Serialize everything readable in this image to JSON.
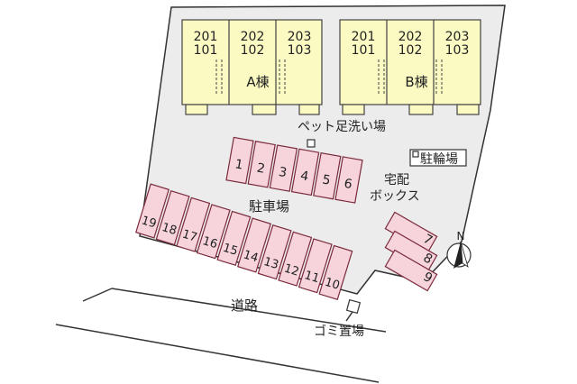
{
  "buildingA": {
    "label": "A棟",
    "units": [
      {
        "top": "201",
        "bottom": "101"
      },
      {
        "top": "202",
        "bottom": "102"
      },
      {
        "top": "203",
        "bottom": "103"
      }
    ]
  },
  "buildingB": {
    "label": "B棟",
    "units": [
      {
        "top": "201",
        "bottom": "101"
      },
      {
        "top": "202",
        "bottom": "102"
      },
      {
        "top": "203",
        "bottom": "103"
      }
    ]
  },
  "labels": {
    "pet": "ペット足洗い場",
    "bike": "駐輪場",
    "delivery1": "宅配",
    "delivery2": "ボックス",
    "parking": "駐車場",
    "road": "道路",
    "garbage": "ゴミ置場",
    "north": "N"
  },
  "slots": {
    "rowTop": [
      "1",
      "2",
      "3",
      "4",
      "5",
      "6"
    ],
    "rowRight": [
      "7",
      "8",
      "9"
    ],
    "rowBottom": [
      "19",
      "18",
      "17",
      "16",
      "15",
      "14",
      "13",
      "12",
      "11",
      "10"
    ]
  }
}
